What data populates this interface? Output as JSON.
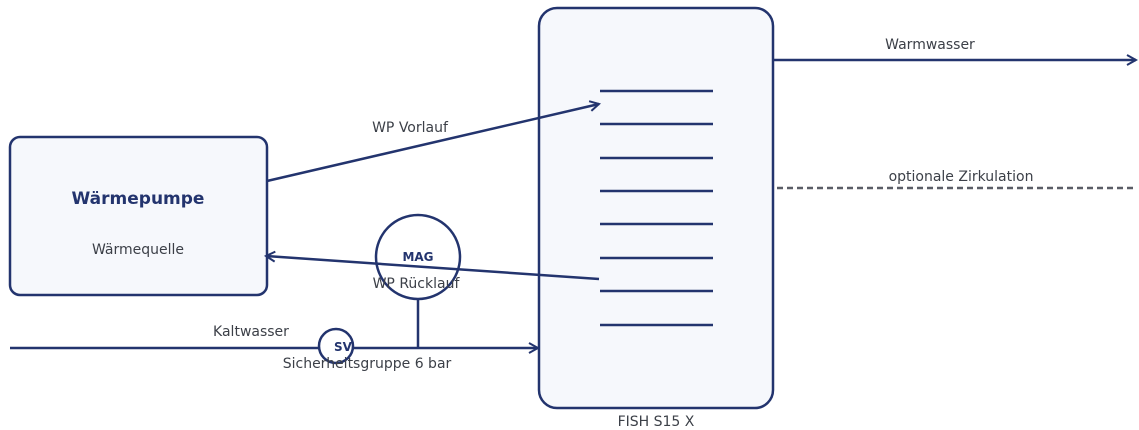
{
  "heat_pump": {
    "title": "Wärmepumpe",
    "subtitle": "Wärmequelle"
  },
  "tank": {
    "label": "FISH S15 X"
  },
  "pipes": {
    "warm_water": "Warmwasser",
    "circulation": "optionale Zirkulation",
    "hp_flow": "WP Vorlauf",
    "hp_return": "WP Rücklauf",
    "cold_water": "Kaltwasser",
    "safety_group": "Sicherheitsgruppe 6 bar"
  },
  "components": {
    "expansion_vessel": "MAG",
    "safety_valve": "SV"
  },
  "colors": {
    "stroke": "#23346e",
    "fill": "#f6f8fc",
    "text": "#3c4048",
    "dashed": "#5a5d66"
  }
}
